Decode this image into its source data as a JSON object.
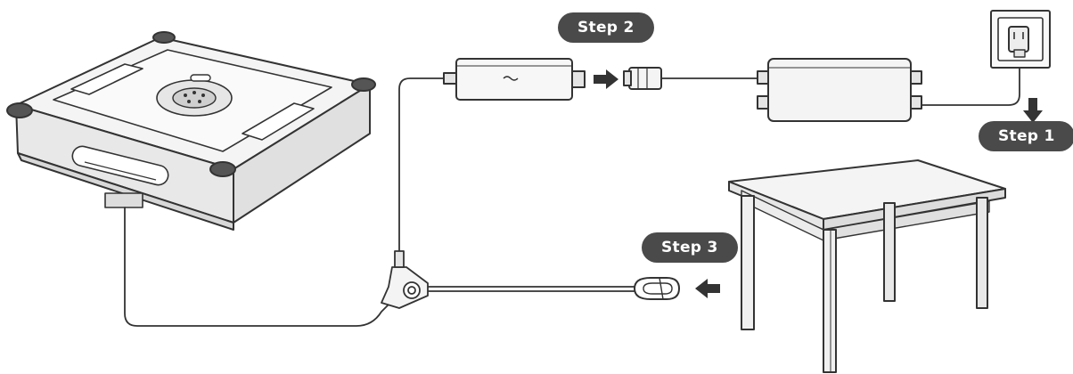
{
  "steps": [
    {
      "label": "Step 1"
    },
    {
      "label": "Step 2"
    },
    {
      "label": "Step 3"
    }
  ],
  "colors": {
    "badge_fill": "#4a4a4a",
    "badge_text": "#ffffff",
    "line": "#333333",
    "arrow": "#333333",
    "body_fill": "#f4f4f4",
    "shade_fill": "#e2e2e2"
  },
  "icons": {
    "robot": "window-cleaning-robot-icon",
    "adapter": "power-adapter-icon",
    "plug": "plug-connector-icon",
    "socket": "wall-socket-icon",
    "table": "table-icon",
    "carabiner": "carabiner-icon",
    "splitter": "y-splitter-icon",
    "arrow": "arrow-icon"
  }
}
